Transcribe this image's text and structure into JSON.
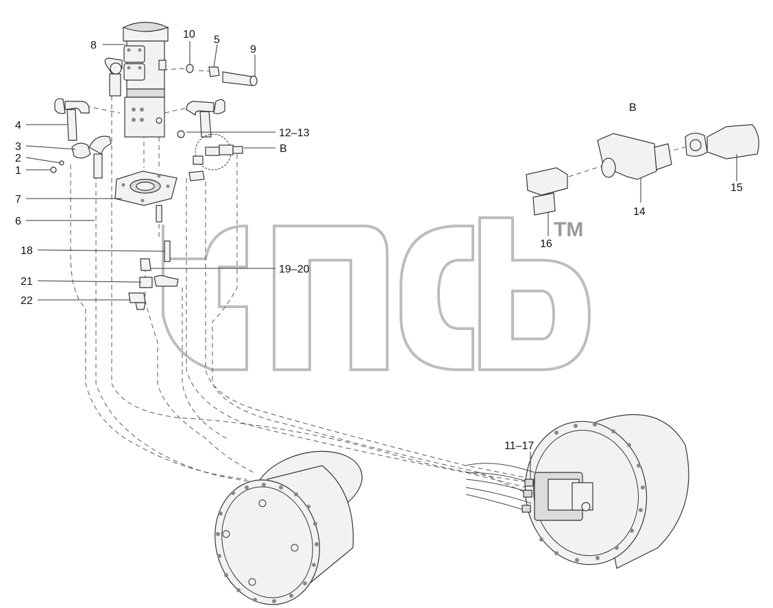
{
  "view_label": "B",
  "watermark": {
    "trademark": "TM"
  },
  "callouts": [
    {
      "id": "c1",
      "text": "1"
    },
    {
      "id": "c2",
      "text": "2"
    },
    {
      "id": "c3",
      "text": "3"
    },
    {
      "id": "c4",
      "text": "4"
    },
    {
      "id": "c5",
      "text": "5"
    },
    {
      "id": "c6",
      "text": "6"
    },
    {
      "id": "c7",
      "text": "7"
    },
    {
      "id": "c8",
      "text": "8"
    },
    {
      "id": "c9",
      "text": "9"
    },
    {
      "id": "c10",
      "text": "10"
    },
    {
      "id": "c11",
      "text": "11–17"
    },
    {
      "id": "c12",
      "text": "12–13"
    },
    {
      "id": "c14",
      "text": "14"
    },
    {
      "id": "c15",
      "text": "15"
    },
    {
      "id": "c16",
      "text": "16"
    },
    {
      "id": "c18",
      "text": "18"
    },
    {
      "id": "c19",
      "text": "19–20"
    },
    {
      "id": "c21",
      "text": "21"
    },
    {
      "id": "c22",
      "text": "22"
    },
    {
      "id": "cB",
      "text": "B"
    }
  ]
}
